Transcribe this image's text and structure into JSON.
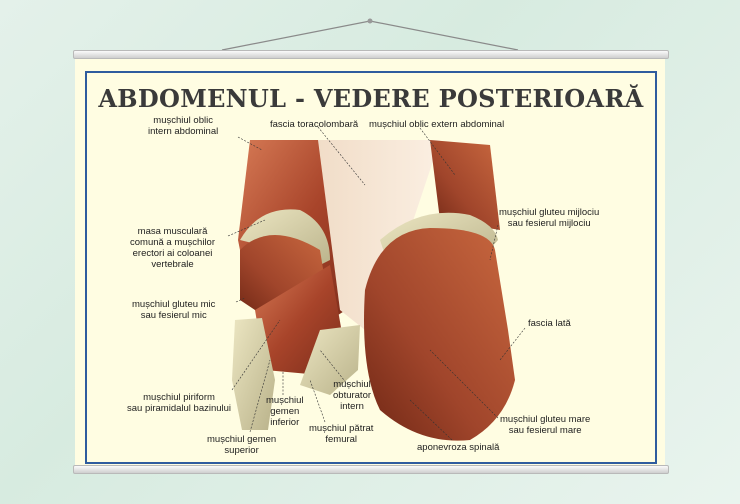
{
  "poster": {
    "title": "ABDOMENUL - VEDERE POSTERIOARĂ",
    "frame_color": "#2f5c9e",
    "background_color": "#fffde2",
    "labels": {
      "oblic_intern": [
        "mușchiul oblic",
        "intern abdominal"
      ],
      "fascia_toracolombara": "fascia toracolombară",
      "oblic_extern": "mușchiul oblic extern abdominal",
      "masa_musculara": [
        "masa musculară",
        "comună a mușchilor",
        "erectori ai coloanei",
        "vertebrale"
      ],
      "gluteu_mijlociu": [
        "mușchiul gluteu mijlociu",
        "sau fesierul mijlociu"
      ],
      "gluteu_mic": [
        "mușchiul gluteu mic",
        "sau fesierul mic"
      ],
      "fascia_lata": "fascia lată",
      "piriform": [
        "mușchiul piriform",
        "sau piramidalul bazinului"
      ],
      "gemen_inferior": [
        "mușchiul",
        "gemen",
        "inferior"
      ],
      "obturator_intern": [
        "mușchiul",
        "obturator",
        "intern"
      ],
      "gluteu_mare": [
        "mușchiul gluteu mare",
        "sau fesierul mare"
      ],
      "patrat_femural": [
        "mușchiul pătrat",
        "femural"
      ],
      "gemen_superior": [
        "mușchiul gemen",
        "superior"
      ],
      "aponevroza": "aponevroza spinală"
    }
  }
}
